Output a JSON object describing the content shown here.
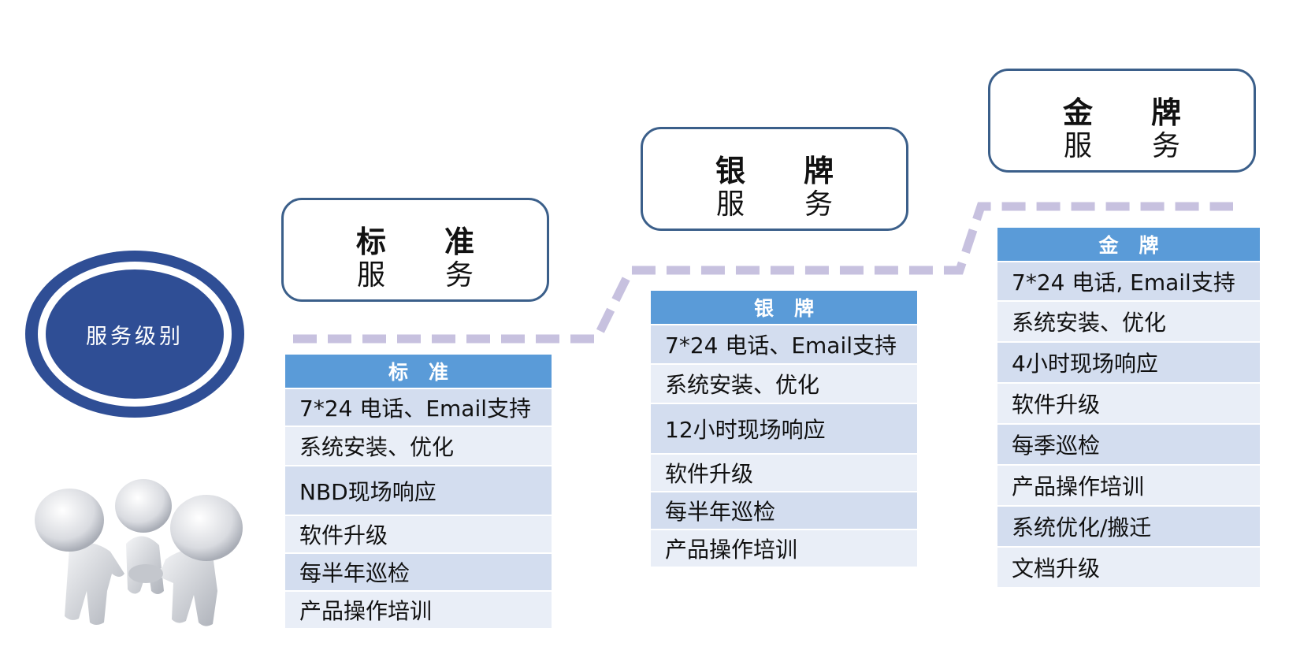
{
  "badge": {
    "label": "服务级别"
  },
  "colors": {
    "badge": "#2f4e95",
    "box_border": "#3b5f8a",
    "table_header": "#5a9bd8",
    "row_dark": "#d3ddef",
    "row_light": "#e9eef7",
    "connector": "#c7c1df"
  },
  "tiers": [
    {
      "title_line1": [
        "标",
        "准"
      ],
      "title_line2": [
        "服",
        "务"
      ],
      "table_header": "标准",
      "items": [
        "7*24 电话、Email支持",
        "系统安装、优化",
        " NBD现场响应",
        "软件升级",
        "每半年巡检",
        "产品操作培训"
      ]
    },
    {
      "title_line1": [
        "银",
        "牌"
      ],
      "title_line2": [
        "服",
        "务"
      ],
      "table_header": "银牌",
      "items": [
        "7*24 电话、Email支持",
        "系统安装、优化",
        "12小时现场响应",
        "软件升级",
        "每半年巡检",
        "产品操作培训"
      ]
    },
    {
      "title_line1": [
        "金",
        "牌"
      ],
      "title_line2": [
        "服",
        "务"
      ],
      "table_header": "金牌",
      "items": [
        "7*24 电话, Email支持",
        "系统安装、优化",
        "4小时现场响应",
        "软件升级",
        "每季巡检",
        "产品操作培训",
        "系统优化/搬迁",
        "文档升级"
      ]
    }
  ]
}
